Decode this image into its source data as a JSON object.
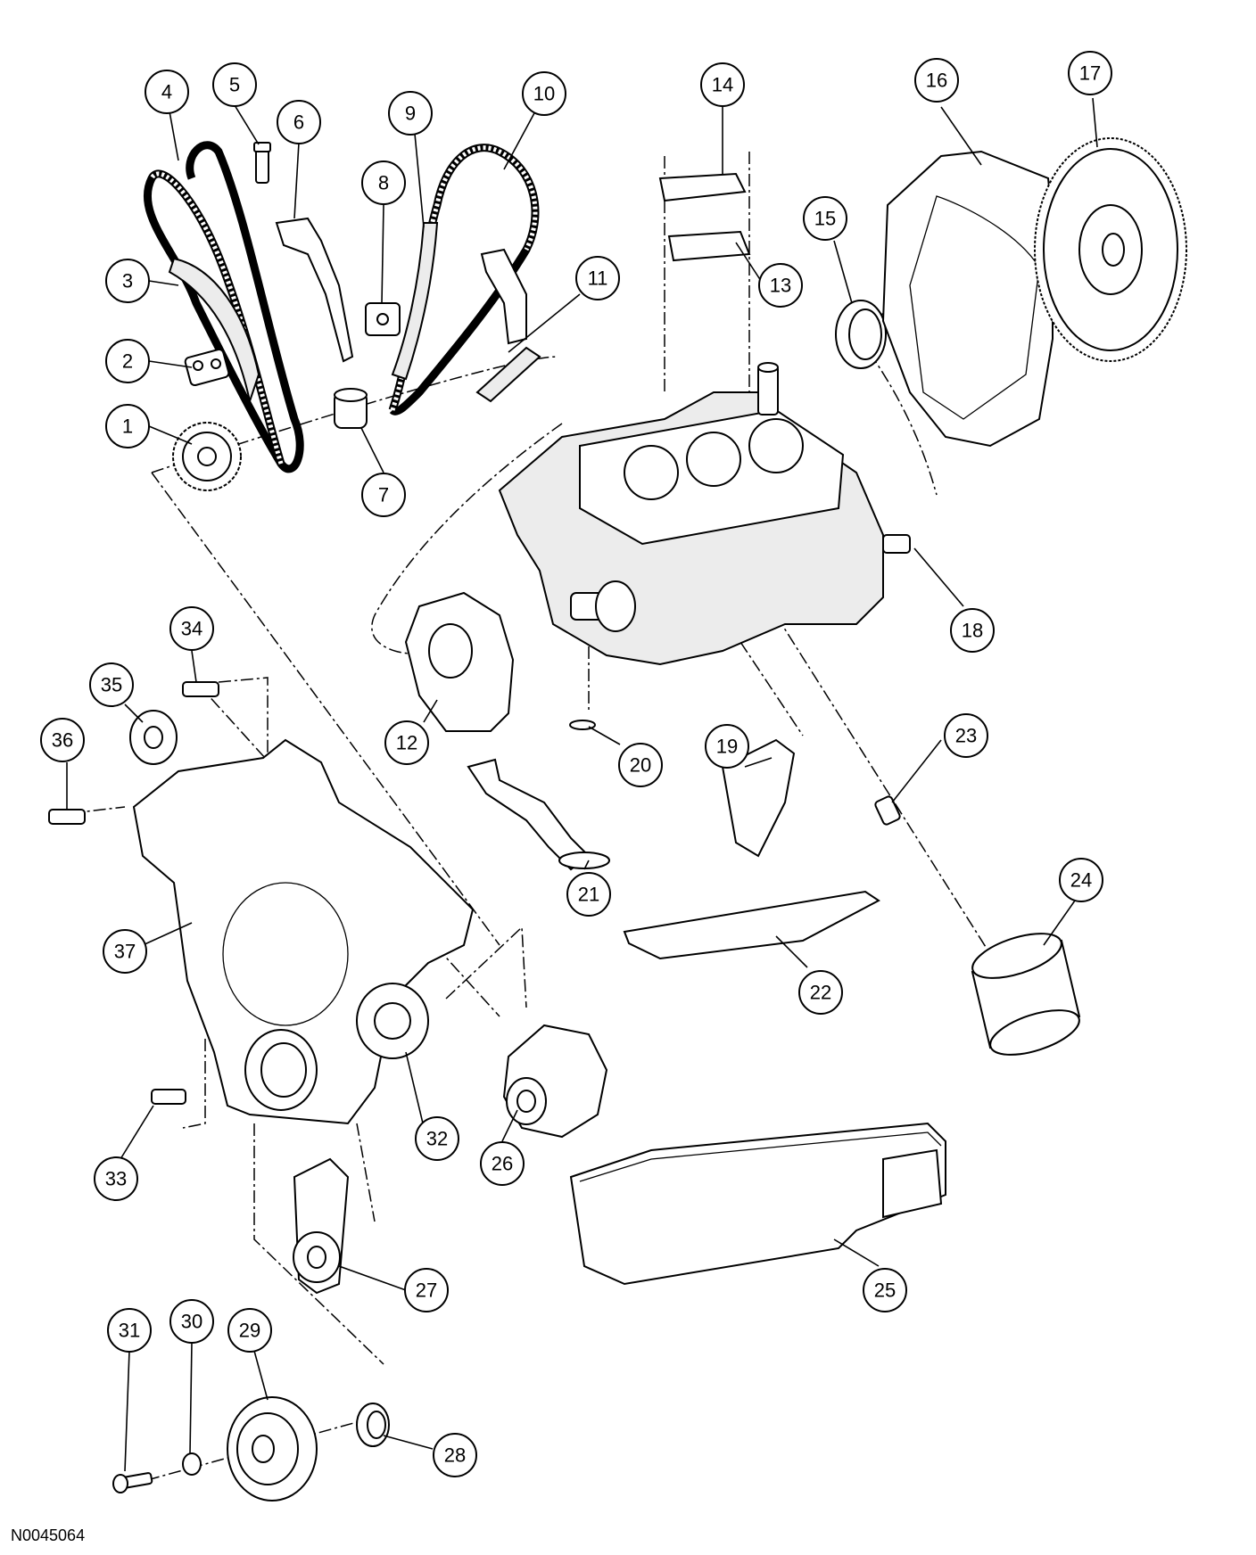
{
  "figure_id": "N0045064",
  "callouts": [
    "1",
    "2",
    "3",
    "4",
    "5",
    "6",
    "7",
    "8",
    "9",
    "10",
    "11",
    "12",
    "13",
    "14",
    "15",
    "16",
    "17",
    "18",
    "19",
    "20",
    "21",
    "22",
    "23",
    "24",
    "25",
    "26",
    "27",
    "28",
    "29",
    "30",
    "31",
    "32",
    "33",
    "34",
    "35",
    "36",
    "37"
  ],
  "icons": {
    "chain": "timing-chain-icon",
    "sprocket": "sprocket-icon",
    "block": "engine-block-icon",
    "flywheel": "flywheel-icon",
    "pan": "oil-pan-icon",
    "filter": "oil-filter-icon",
    "pulley": "pulley-icon",
    "cover": "timing-cover-icon",
    "pump": "pump-icon"
  },
  "colors": {
    "line": "#000000",
    "background": "#ffffff"
  }
}
